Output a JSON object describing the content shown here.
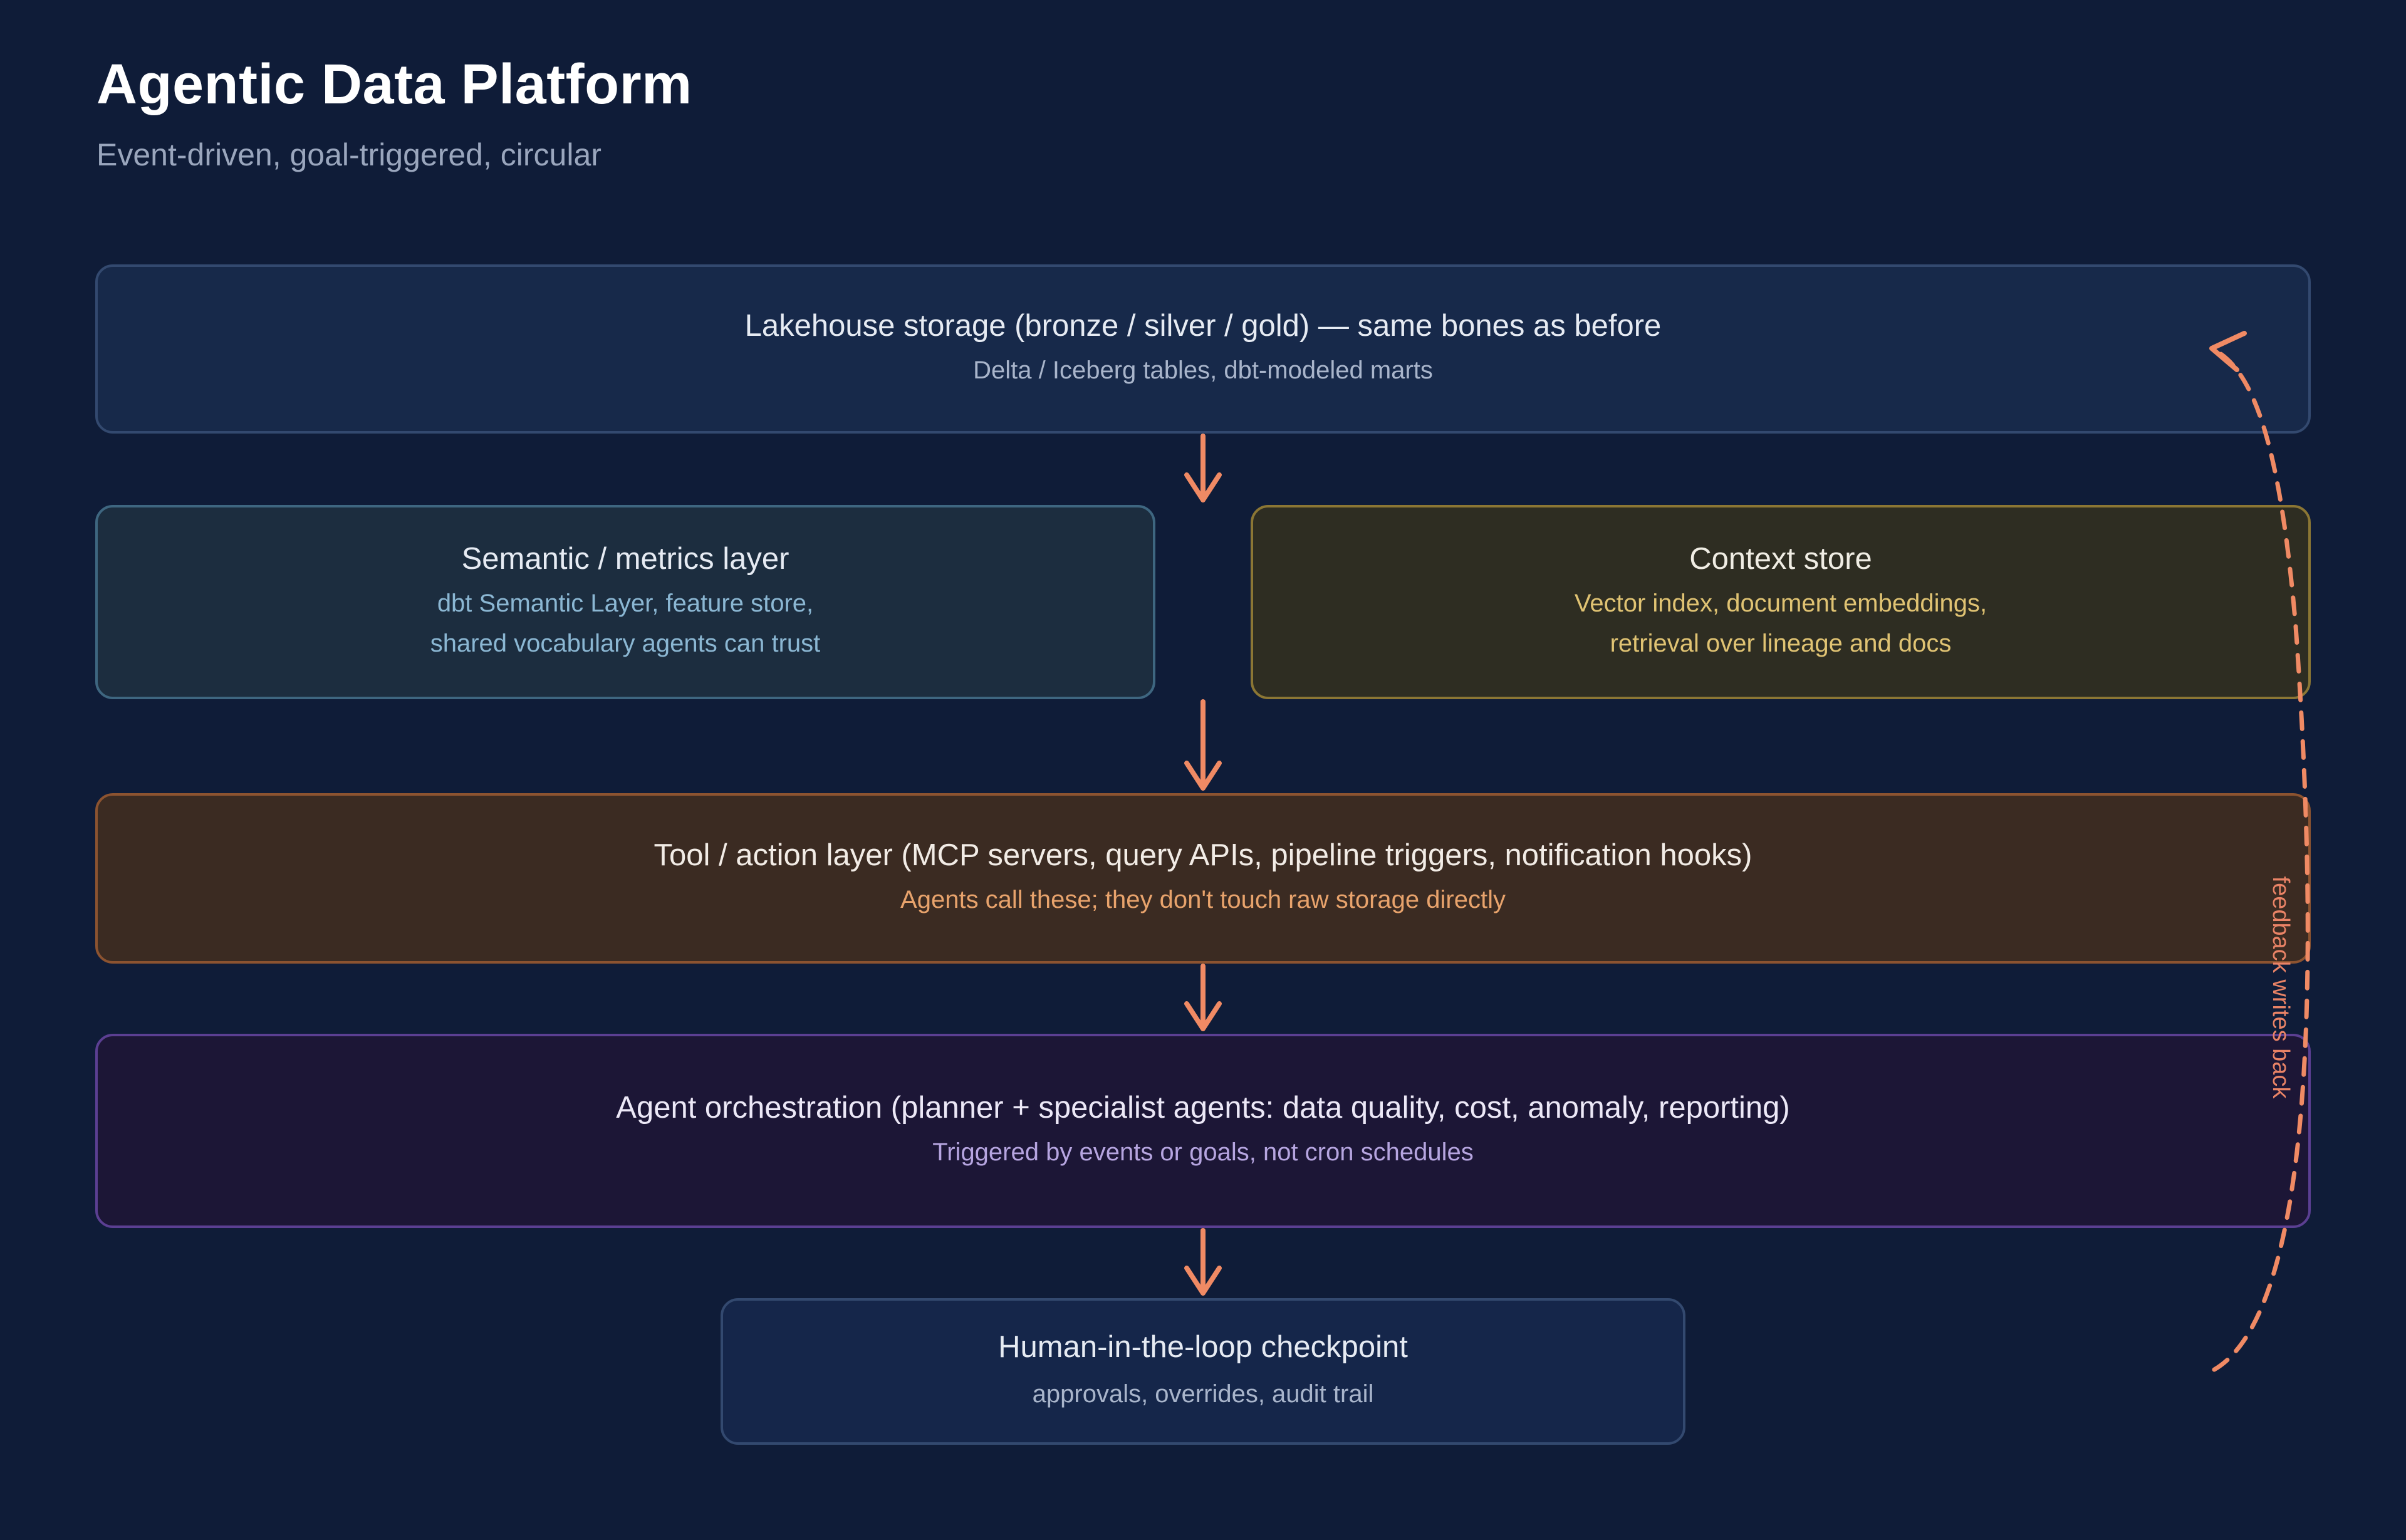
{
  "header": {
    "title": "Agentic Data Platform",
    "subtitle": "Event-driven, goal-triggered, circular"
  },
  "layers": {
    "lakehouse": {
      "title": "Lakehouse storage (bronze / silver / gold) — same bones as before",
      "desc": "Delta / Iceberg tables, dbt-modeled marts"
    },
    "semantic": {
      "title": "Semantic / metrics layer",
      "desc": [
        "dbt Semantic Layer, feature store,",
        "shared vocabulary agents can trust"
      ]
    },
    "context": {
      "title": "Context store",
      "desc": [
        "Vector index, document embeddings,",
        "retrieval over lineage and docs"
      ]
    },
    "tool": {
      "title": "Tool / action layer (MCP servers, query APIs, pipeline triggers, notification hooks)",
      "desc": "Agents call these; they don't touch raw storage directly"
    },
    "orchestration": {
      "title": "Agent orchestration (planner + specialist agents: data quality, cost, anomaly, reporting)",
      "desc": "Triggered by events or goals, not cron schedules"
    },
    "hitl": {
      "title": "Human-in-the-loop checkpoint",
      "desc": "approvals, overrides, audit trail"
    }
  },
  "feedback": {
    "label": "feedback writes back"
  },
  "colors": {
    "background": "#0f1c38",
    "arrow": "#f08a64"
  }
}
